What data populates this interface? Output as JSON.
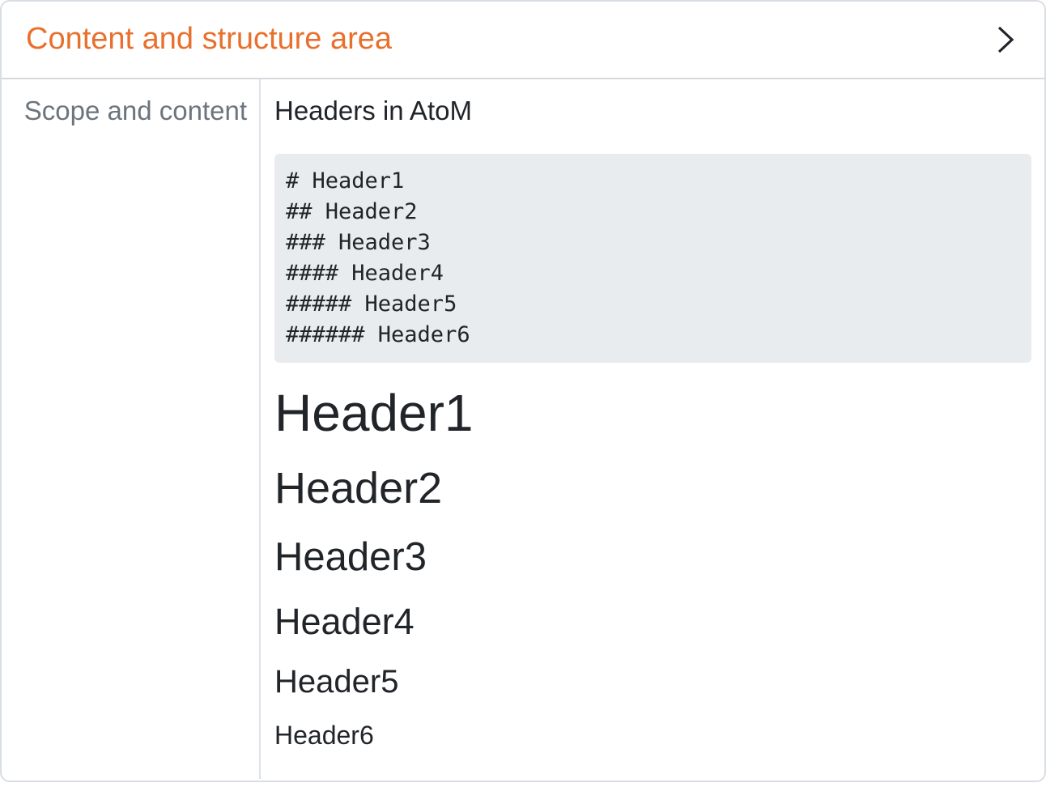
{
  "section": {
    "title": "Content and structure area",
    "toggle_icon": "chevron-right"
  },
  "field": {
    "label": "Scope and content",
    "value": {
      "intro": "Headers in AtoM",
      "code_lines": [
        "# Header1",
        "## Header2",
        "### Header3",
        "#### Header4",
        "##### Header5",
        "###### Header6"
      ],
      "rendered_headers": [
        {
          "level": "h1",
          "text": "Header1"
        },
        {
          "level": "h2",
          "text": "Header2"
        },
        {
          "level": "h3",
          "text": "Header3"
        },
        {
          "level": "h4",
          "text": "Header4"
        },
        {
          "level": "h5",
          "text": "Header5"
        },
        {
          "level": "h6",
          "text": "Header6"
        }
      ]
    }
  },
  "colors": {
    "accent_orange": "#e8702d",
    "text_dark": "#212529",
    "label_gray": "#6c757d",
    "border_gray": "#dee2e6",
    "code_background": "#e9ecef"
  }
}
